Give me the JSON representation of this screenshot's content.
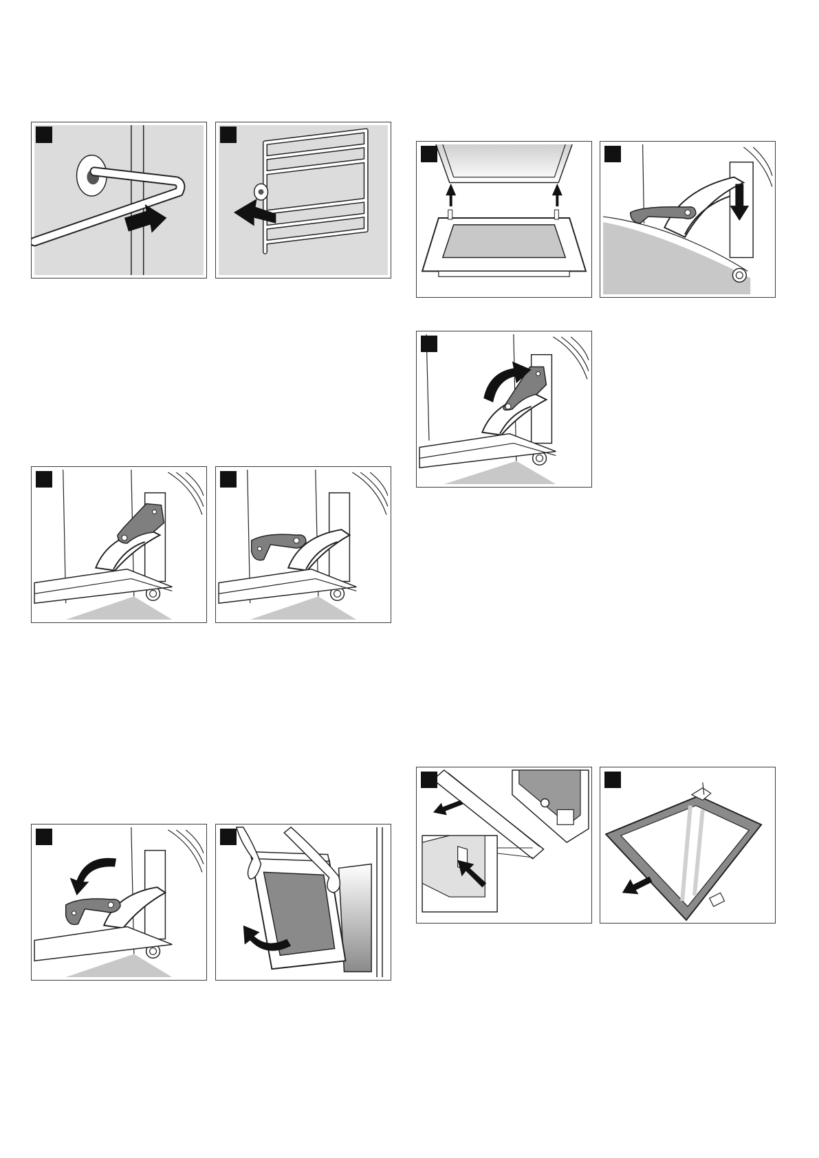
{
  "colors": {
    "panel_background": "#dcdcdc",
    "part_gray": "#7f7f7f",
    "floor_gray": "#c8c8c8",
    "line": "#222222",
    "badge": "#111111"
  },
  "panels": [
    {
      "id": "p1",
      "depicts": "rail-hook-pull-out"
    },
    {
      "id": "p2",
      "depicts": "shelf-rack-remove"
    },
    {
      "id": "p3",
      "depicts": "hinge-lever-closed"
    },
    {
      "id": "p4",
      "depicts": "hinge-lever-open"
    },
    {
      "id": "p5",
      "depicts": "hinge-lever-rotate-down"
    },
    {
      "id": "p6",
      "depicts": "door-lift-off"
    },
    {
      "id": "p7",
      "depicts": "door-insert-hinges"
    },
    {
      "id": "p8",
      "depicts": "hinge-push-down"
    },
    {
      "id": "p9",
      "depicts": "hinge-lever-rotate-up"
    },
    {
      "id": "p10",
      "depicts": "door-cover-strip-release"
    },
    {
      "id": "p11",
      "depicts": "inner-glass-pull-out"
    }
  ]
}
